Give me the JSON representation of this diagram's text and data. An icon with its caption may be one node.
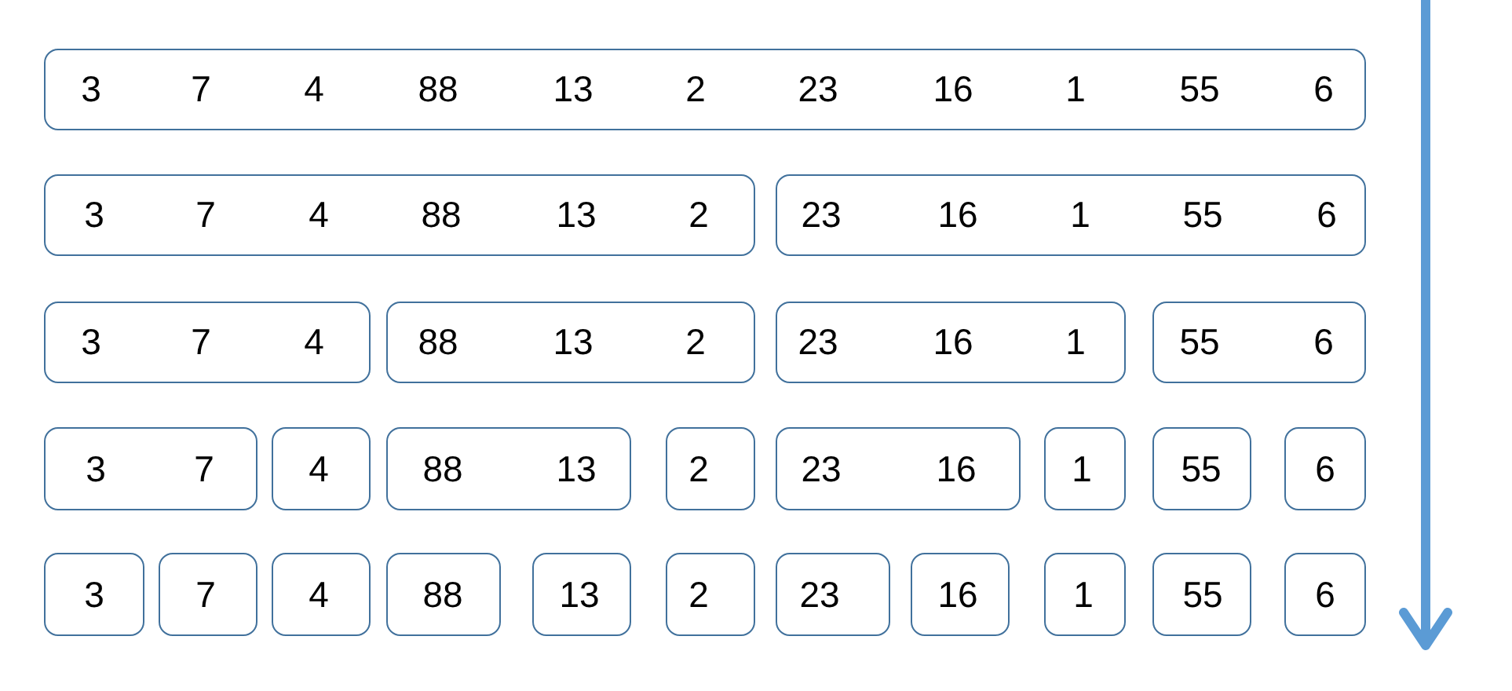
{
  "diagram": {
    "nodes": [
      {
        "text": [
          "3",
          "7",
          "4",
          "88",
          "13",
          "2",
          "23",
          "16",
          "1",
          "55",
          "6"
        ]
      },
      {
        "text": [
          "3",
          "7",
          "4",
          "88",
          "13",
          "2"
        ]
      },
      {
        "text": [
          "23",
          "16",
          "1",
          "55",
          "6"
        ]
      },
      {
        "text": [
          "3",
          "7",
          "4"
        ]
      },
      {
        "text": [
          "88",
          "13",
          "2"
        ]
      },
      {
        "text": [
          "23",
          "16",
          "1"
        ]
      },
      {
        "text": [
          "55",
          "6"
        ]
      },
      {
        "text": [
          "3",
          "7"
        ]
      },
      {
        "text": [
          "4"
        ]
      },
      {
        "text": [
          "88",
          "13"
        ]
      },
      {
        "text": [
          "2"
        ]
      },
      {
        "text": [
          "23",
          "16"
        ]
      },
      {
        "text": [
          "1"
        ]
      },
      {
        "text": [
          "55"
        ]
      },
      {
        "text": [
          "6"
        ]
      },
      {
        "text": [
          "3"
        ]
      },
      {
        "text": [
          "7"
        ]
      },
      {
        "text": [
          "4"
        ]
      },
      {
        "text": [
          "88"
        ]
      },
      {
        "text": [
          "13"
        ]
      },
      {
        "text": [
          "2"
        ]
      },
      {
        "text": [
          "23"
        ]
      },
      {
        "text": [
          "16"
        ]
      },
      {
        "text": [
          "1"
        ]
      },
      {
        "text": [
          "55"
        ]
      },
      {
        "text": [
          "6"
        ]
      }
    ]
  }
}
